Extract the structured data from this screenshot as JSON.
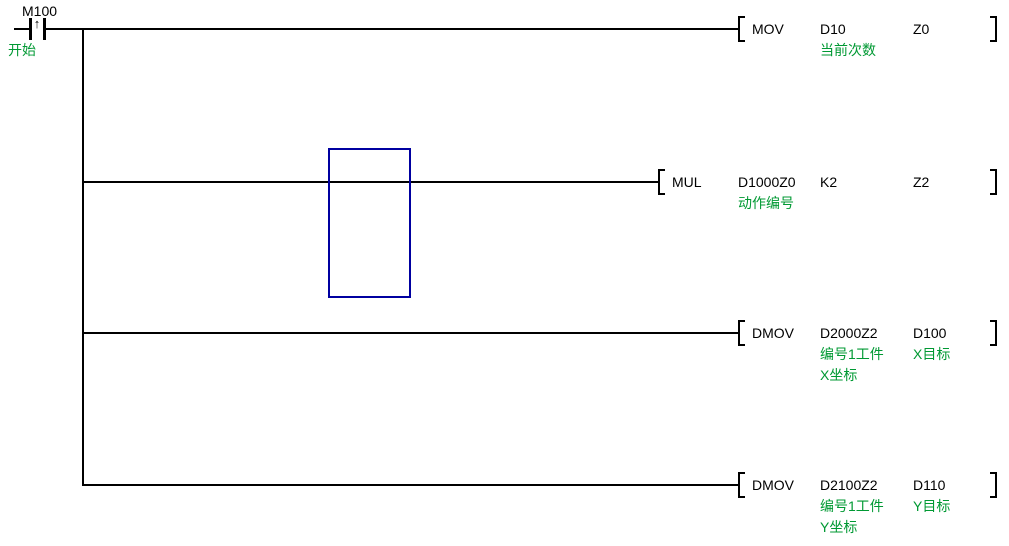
{
  "colors": {
    "line": "#000000",
    "comment_green": "#009933",
    "selection_blue": "#0000A0",
    "background": "#ffffff"
  },
  "contact": {
    "label": "M100",
    "comment": "开始",
    "pulse_arrow": "↑"
  },
  "rungs": [
    {
      "instruction": "MOV",
      "operands": {
        "o1": "D10",
        "o2": "Z0"
      },
      "comments": {
        "c1": "当前次数"
      }
    },
    {
      "instruction": "MUL",
      "operands": {
        "o1": "D1000Z0",
        "o2": "K2",
        "o3": "Z2"
      },
      "comments": {
        "c1": "动作编号"
      }
    },
    {
      "instruction": "DMOV",
      "operands": {
        "o1": "D2000Z2",
        "o2": "D100"
      },
      "comments": {
        "c1": "编号1工件",
        "c2": "X目标",
        "c3": "X坐标"
      }
    },
    {
      "instruction": "DMOV",
      "operands": {
        "o1": "D2100Z2",
        "o2": "D110"
      },
      "comments": {
        "c1": "编号1工件",
        "c2": "Y目标",
        "c3": "Y坐标"
      }
    }
  ]
}
